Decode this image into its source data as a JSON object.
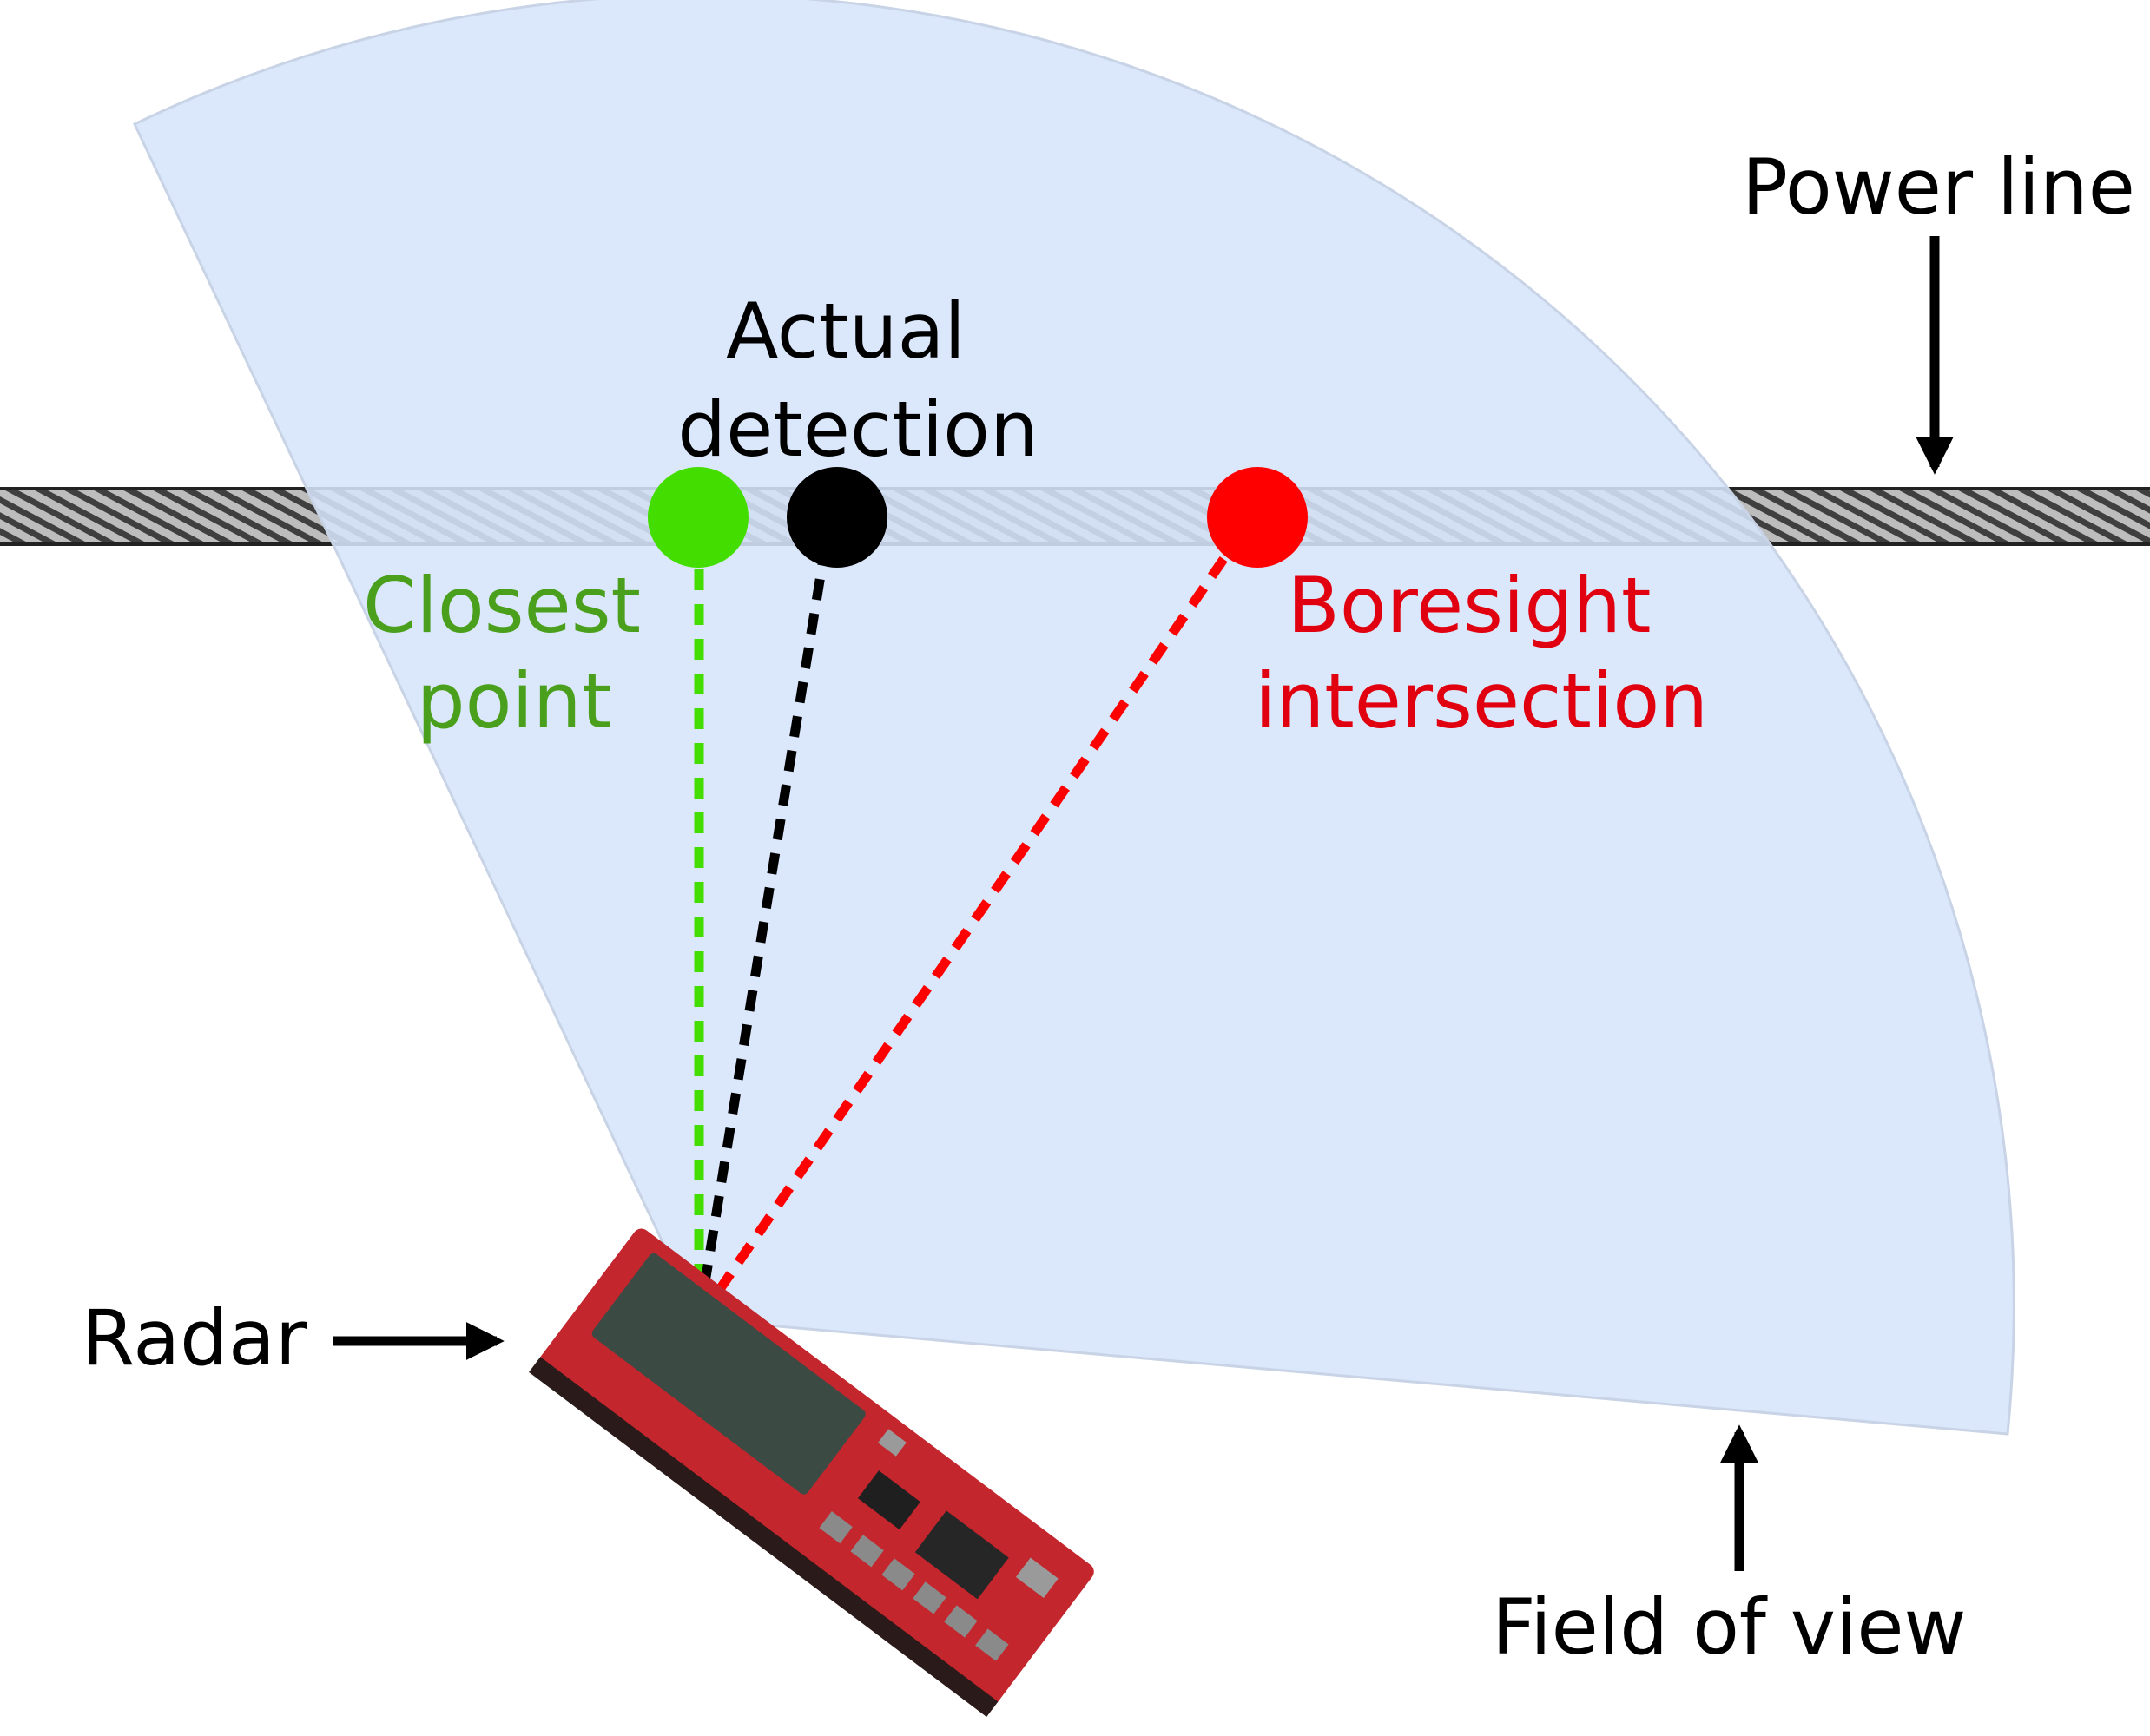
{
  "colors": {
    "fov_fill": "#d6e4fa",
    "fov_stroke": "#c8d4e6",
    "cable_dark": "#4b4b4b",
    "cable_light": "#cfcfcf",
    "closest": "#44dd00",
    "closest_text": "#4aa01c",
    "actual": "#000000",
    "boresight": "#ff0000",
    "boresight_text": "#e00010",
    "pcb": "#c4262d",
    "antenna": "#3c4a44"
  },
  "labels": {
    "power_line": "Power line",
    "actual_detection": [
      "Actual",
      "detection"
    ],
    "closest_point": [
      "Closest",
      "point"
    ],
    "boresight_intersection": [
      "Boresight",
      "intersection"
    ],
    "radar": "Radar",
    "field_of_view": "Field of view"
  },
  "icons": {
    "power_line_arrow": "arrow-down-icon",
    "radar_arrow": "arrow-right-icon",
    "fov_arrow": "arrow-up-icon",
    "radar_board": "radar-board-icon"
  }
}
